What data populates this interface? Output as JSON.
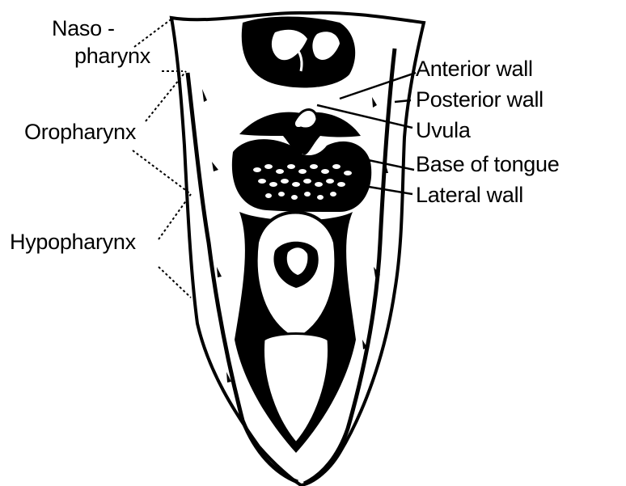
{
  "labels": {
    "naso_line1": "Naso -",
    "naso_line2": "pharynx",
    "oropharynx": "Oropharynx",
    "hypopharynx": "Hypopharynx",
    "anterior_wall": "Anterior wall",
    "posterior_wall": "Posterior wall",
    "uvula": "Uvula",
    "base_of_tongue": "Base of tongue",
    "lateral_wall": "Lateral wall"
  },
  "colors": {
    "ink": "#000000",
    "paper": "#ffffff"
  }
}
